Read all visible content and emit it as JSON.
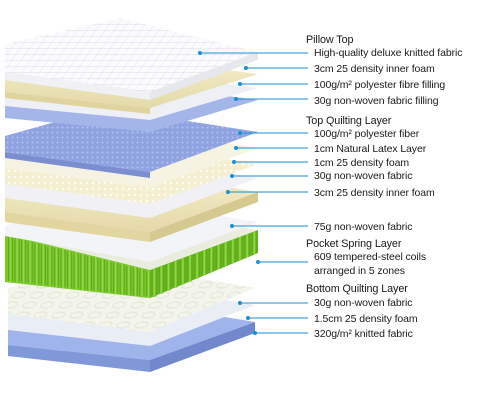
{
  "groups": [
    {
      "title": "Pillow Top",
      "items": [
        "High-quality deluxe knitted fabric",
        "3cm 25 density inner foam",
        "100g/m² polyester fibre filling",
        "30g non-woven fabric filling"
      ]
    },
    {
      "title": "Top Quilting Layer",
      "items": [
        "100g/m² polyester fiber",
        "1cm Natural Latex Layer",
        "1cm 25 density foam",
        "30g non-woven fabric",
        "3cm 25 density inner foam"
      ]
    },
    {
      "title": "",
      "items": [
        "75g non-woven fabric"
      ]
    },
    {
      "title": "Pocket Spring Layer",
      "items": [
        "609 tempered-steel coils",
        "arranged in 5 zones"
      ]
    },
    {
      "title": "Bottom Quilting Layer",
      "items": [
        "30g non-woven fabric",
        "1.5cm 25 density foam",
        "320g/m² knitted fabric"
      ]
    }
  ],
  "colors": {
    "leader": "#1a8fd6",
    "quilt": "#f7f8fa",
    "foam": "#f1e9c6",
    "latex": "#f5efd2",
    "fiber_blue": "#8fa3e0",
    "nonwoven": "#eeeef4",
    "spring_green": "#6cc21a",
    "bottom_blue": "#9fb4ea"
  }
}
